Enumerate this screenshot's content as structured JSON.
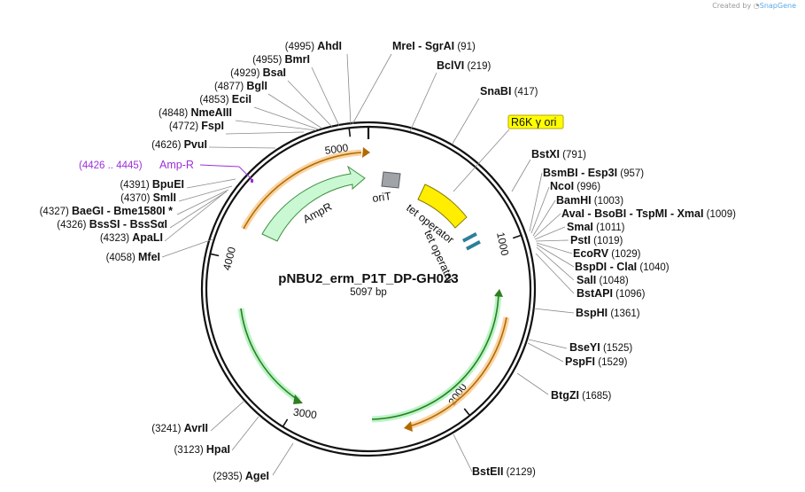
{
  "credit": {
    "prefix": "Created by",
    "brand": "SnapGene"
  },
  "plasmid": {
    "name": "pNBU2_erm_P1T_DP-GH023",
    "size": "5097 bp",
    "length": 5097
  },
  "ticks": [
    {
      "label": "1000",
      "pos": 1000
    },
    {
      "label": "2000",
      "pos": 2000
    },
    {
      "label": "3000",
      "pos": 3000
    },
    {
      "label": "4000",
      "pos": 4000
    },
    {
      "label": "5000",
      "pos": 5000
    }
  ],
  "features": [
    {
      "name": "oriT",
      "color": "#a0a4a8"
    },
    {
      "name": "AmpR",
      "color": "#b9f5c6"
    },
    {
      "name": "tet operator",
      "color": "#ffee00"
    },
    {
      "name": "tet operator",
      "color": "#2e7e99"
    },
    {
      "name": "R6K γ ori",
      "color": "#ffff00"
    },
    {
      "name": "Amp-R",
      "range": "(4426 .. 4445)",
      "color": "#9b30d9"
    }
  ],
  "sites_right": [
    {
      "names": [
        "MreI",
        "SgrAI"
      ],
      "pos": "(91)"
    },
    {
      "names": [
        "BclVI"
      ],
      "pos": "(219)"
    },
    {
      "names": [
        "SnaBI"
      ],
      "pos": "(417)"
    },
    {
      "names": [
        "BstXI"
      ],
      "pos": "(791)"
    },
    {
      "names": [
        "BsmBI",
        "Esp3I"
      ],
      "pos": "(957)"
    },
    {
      "names": [
        "NcoI"
      ],
      "pos": "(996)"
    },
    {
      "names": [
        "BamHI"
      ],
      "pos": "(1003)"
    },
    {
      "names": [
        "AvaI",
        "BsoBI",
        "TspMI",
        "XmaI"
      ],
      "pos": "(1009)"
    },
    {
      "names": [
        "SmaI"
      ],
      "pos": "(1011)"
    },
    {
      "names": [
        "PstI"
      ],
      "pos": "(1019)"
    },
    {
      "names": [
        "EcoRV"
      ],
      "pos": "(1029)"
    },
    {
      "names": [
        "BspDI",
        "ClaI"
      ],
      "pos": "(1040)"
    },
    {
      "names": [
        "SalI"
      ],
      "pos": "(1048)"
    },
    {
      "names": [
        "BstAPI"
      ],
      "pos": "(1096)"
    },
    {
      "names": [
        "BspHI"
      ],
      "pos": "(1361)"
    },
    {
      "names": [
        "BseYI"
      ],
      "pos": "(1525)"
    },
    {
      "names": [
        "PspFI"
      ],
      "pos": "(1529)"
    },
    {
      "names": [
        "BtgZI"
      ],
      "pos": "(1685)"
    },
    {
      "names": [
        "BstEII"
      ],
      "pos": "(2129)"
    }
  ],
  "sites_left": [
    {
      "names": [
        "AhdI"
      ],
      "pos": "(4995)"
    },
    {
      "names": [
        "BmrI"
      ],
      "pos": "(4955)"
    },
    {
      "names": [
        "BsaI"
      ],
      "pos": "(4929)"
    },
    {
      "names": [
        "BglI"
      ],
      "pos": "(4877)"
    },
    {
      "names": [
        "EciI"
      ],
      "pos": "(4853)"
    },
    {
      "names": [
        "NmeAIII"
      ],
      "pos": "(4848)"
    },
    {
      "names": [
        "FspI"
      ],
      "pos": "(4772)"
    },
    {
      "names": [
        "PvuI"
      ],
      "pos": "(4626)"
    },
    {
      "names": [
        "BpuEI"
      ],
      "pos": "(4391)"
    },
    {
      "names": [
        "SmlI"
      ],
      "pos": "(4370)"
    },
    {
      "names": [
        "BaeGI",
        "Bme1580I *"
      ],
      "pos": "(4327)"
    },
    {
      "names": [
        "BssSI",
        "BssSαI"
      ],
      "pos": "(4326)"
    },
    {
      "names": [
        "ApaLI"
      ],
      "pos": "(4323)"
    },
    {
      "names": [
        "MfeI"
      ],
      "pos": "(4058)"
    },
    {
      "names": [
        "AvrII"
      ],
      "pos": "(3241)"
    },
    {
      "names": [
        "HpaI"
      ],
      "pos": "(3123)"
    },
    {
      "names": [
        "AgeI"
      ],
      "pos": "(2935)"
    }
  ]
}
